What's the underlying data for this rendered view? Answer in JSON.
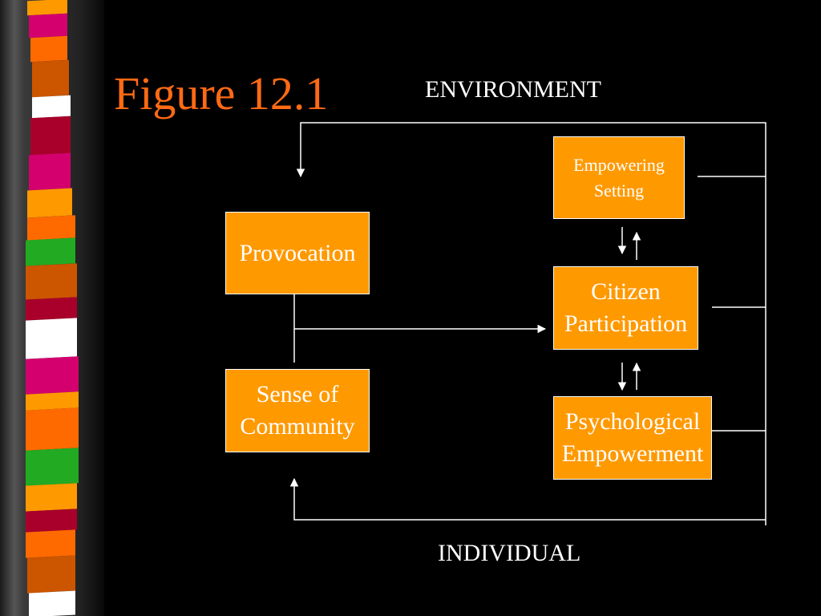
{
  "slide": {
    "title": "Figure 12.1",
    "accent_color": "#ff6a14",
    "box_color": "#ff9900"
  },
  "diagram": {
    "top_label": "ENVIRONMENT",
    "bottom_label": "INDIVIDUAL",
    "nodes": {
      "empowering_setting": {
        "line1": "Empowering",
        "line2": "Setting"
      },
      "provocation": {
        "line1": "Provocation"
      },
      "citizen_participation": {
        "line1": "Citizen",
        "line2": "Participation"
      },
      "sense_of_community": {
        "line1": "Sense of",
        "line2": "Community"
      },
      "psychological_empowerment": {
        "line1": "Psychological",
        "line2": "Empowerment"
      }
    }
  }
}
